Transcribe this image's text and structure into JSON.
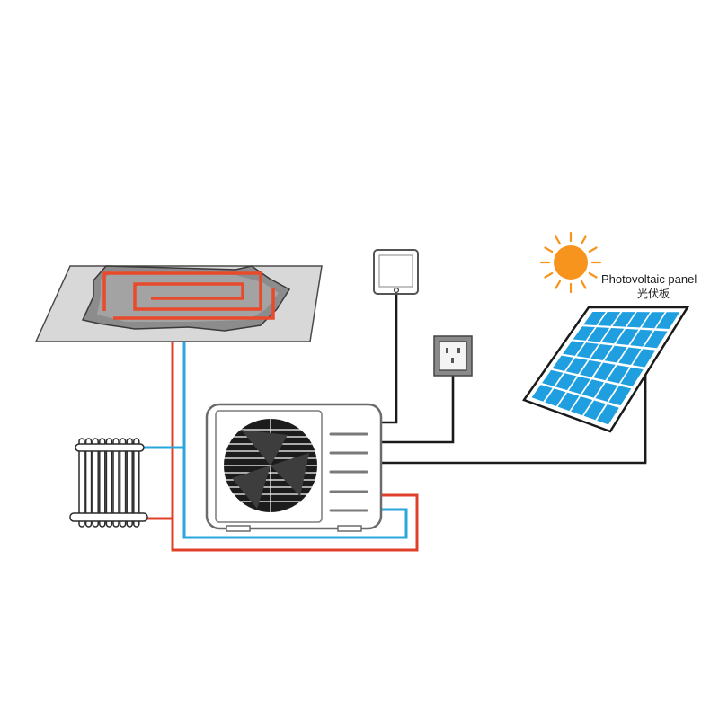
{
  "labels": {
    "panel_en": "Photovoltaic panel",
    "panel_cn": "光伏板"
  },
  "colors": {
    "hot_pipe": "#e0402a",
    "cold_pipe": "#2aa6dc",
    "wire": "#1a1a1a",
    "sun": "#f7941d",
    "cell": "#1f9ee0",
    "floor": "#d8d8d8",
    "unit_body": "#ffffff",
    "unit_outline": "#6b6b6b"
  },
  "icons": {
    "sun": "sun-icon",
    "panel": "solar-panel-icon",
    "thermostat": "thermostat-icon",
    "socket": "power-socket-icon",
    "heat_pump": "heat-pump-outdoor-unit",
    "radiator": "radiator-icon",
    "floor_heating": "underfloor-heating-icon"
  }
}
